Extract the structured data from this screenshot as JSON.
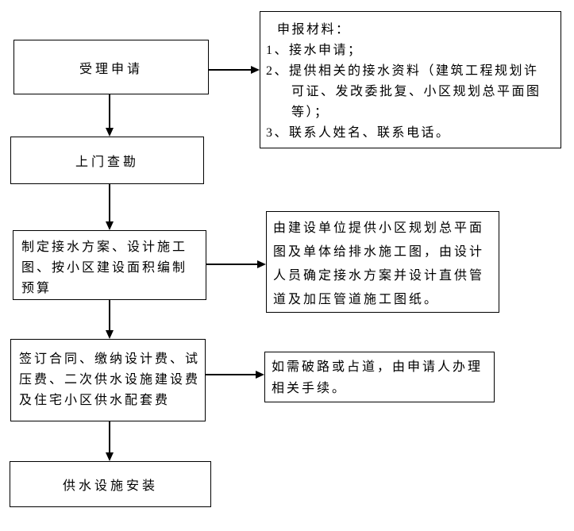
{
  "flowchart": {
    "colors": {
      "background": "#ffffff",
      "box_background": "#ffffff",
      "border": "#000000",
      "text": "#000000",
      "arrow": "#000000"
    },
    "main_steps": [
      {
        "label": "受理申请"
      },
      {
        "label": "上门查勘"
      },
      {
        "label": "制定接水方案、设计施工图、按小区建设面积编制预算"
      },
      {
        "label": "签订合同、缴纳设计费、试压费、二次供水设施建设费及住宅小区供水配套费"
      },
      {
        "label": "供水设施安装"
      }
    ],
    "side_notes": [
      {
        "title": "申报材料：",
        "items": [
          "1、接水申请；",
          "2、提供相关的接水资料（建筑工程规划许可证、发改委批复、小区规划总平面图等）；",
          "3、联系人姓名、联系电话。"
        ]
      },
      {
        "text": "由建设单位提供小区规划总平面图及单体给排水施工图，由设计人员确定接水方案并设计直供管道及加压管道施工图纸。"
      },
      {
        "text": "如需破路或占道，由申请人办理相关手续。"
      }
    ]
  }
}
